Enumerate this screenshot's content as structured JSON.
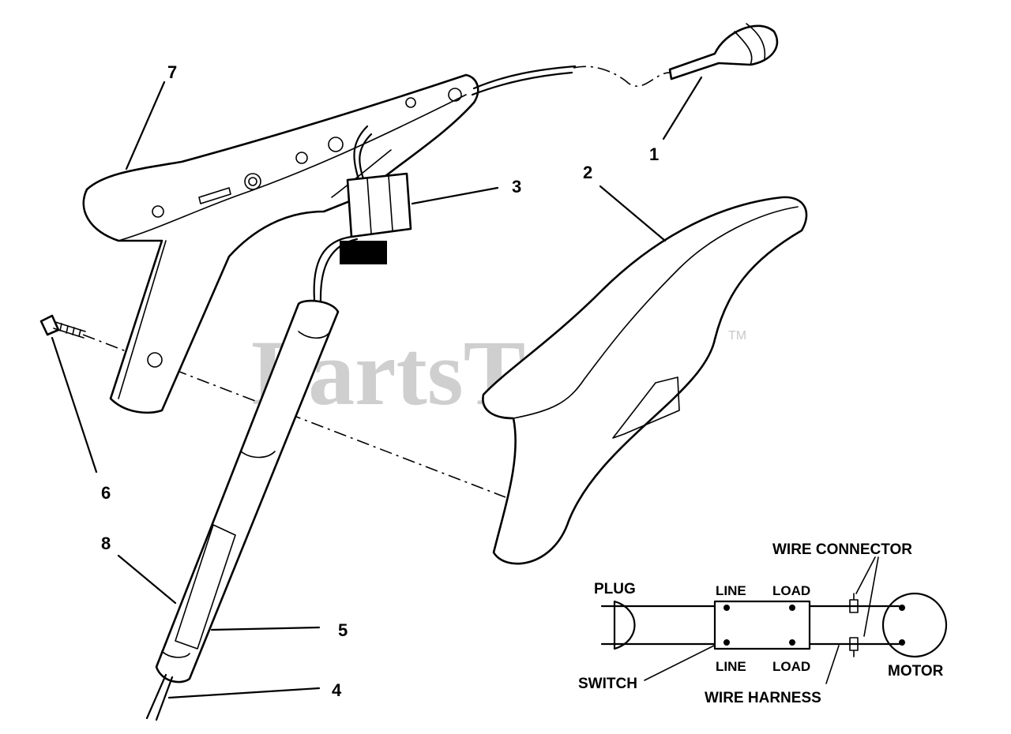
{
  "watermark": {
    "text": "PartsTree",
    "trademark": "TM"
  },
  "callouts": [
    {
      "id": "7",
      "label": "7"
    },
    {
      "id": "1",
      "label": "1"
    },
    {
      "id": "3",
      "label": "3"
    },
    {
      "id": "2",
      "label": "2"
    },
    {
      "id": "6",
      "label": "6"
    },
    {
      "id": "8",
      "label": "8"
    },
    {
      "id": "5",
      "label": "5"
    },
    {
      "id": "4",
      "label": "4"
    }
  ],
  "schematic": {
    "wire_connector": "WIRE CONNECTOR",
    "plug": "PLUG",
    "line_top": "LINE",
    "load_top": "LOAD",
    "line_bottom": "LINE",
    "load_bottom": "LOAD",
    "switch": "SWITCH",
    "wire_harness": "WIRE HARNESS",
    "motor": "MOTOR"
  }
}
